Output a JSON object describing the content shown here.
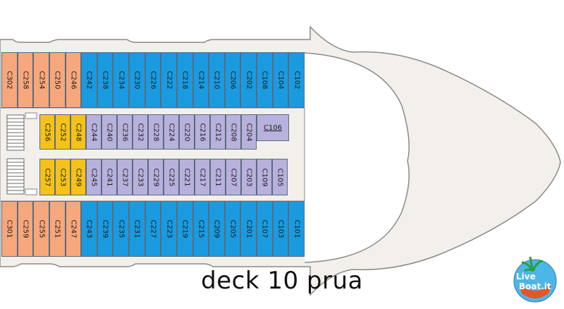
{
  "title": "deck 10 prua",
  "logo": {
    "top_text": "Live",
    "bottom_text": "Boat.it"
  },
  "colors": {
    "balcony": "#1a9be0",
    "suite": "#f6a77c",
    "yellow": "#f5c21a",
    "interior": "#b7b1dd",
    "hull": "#f3efea",
    "corridor": "#f3efea",
    "outline": "#8a8a8a"
  },
  "rows": {
    "top_outer": {
      "orange": [
        "C302",
        "C258",
        "C254",
        "C250",
        "C246"
      ],
      "blue": [
        "C242",
        "C238",
        "C234",
        "C230",
        "C226",
        "C222",
        "C218",
        "C214",
        "C210",
        "C206",
        "C202",
        "C108",
        "C104",
        "C102"
      ]
    },
    "inner_top": {
      "yellow": [
        "C256",
        "C252",
        "C248"
      ],
      "lavender": [
        "C244",
        "C240",
        "C236",
        "C232",
        "C228",
        "C224",
        "C220",
        "C216",
        "C212",
        "C208",
        "C204"
      ],
      "wide": "C106"
    },
    "inner_bottom": {
      "yellow": [
        "C257",
        "C253",
        "C249"
      ],
      "lavender": [
        "C245",
        "C241",
        "C237",
        "C233",
        "C229",
        "C225",
        "C221",
        "C217",
        "C211",
        "C207",
        "C203",
        "C109",
        "C105"
      ]
    },
    "bottom_outer": {
      "orange": [
        "C301",
        "C259",
        "C255",
        "C251",
        "C247"
      ],
      "blue": [
        "C243",
        "C239",
        "C235",
        "C231",
        "C227",
        "C223",
        "C219",
        "C215",
        "C209",
        "C205",
        "C201",
        "C107",
        "C103",
        "C101"
      ]
    }
  }
}
